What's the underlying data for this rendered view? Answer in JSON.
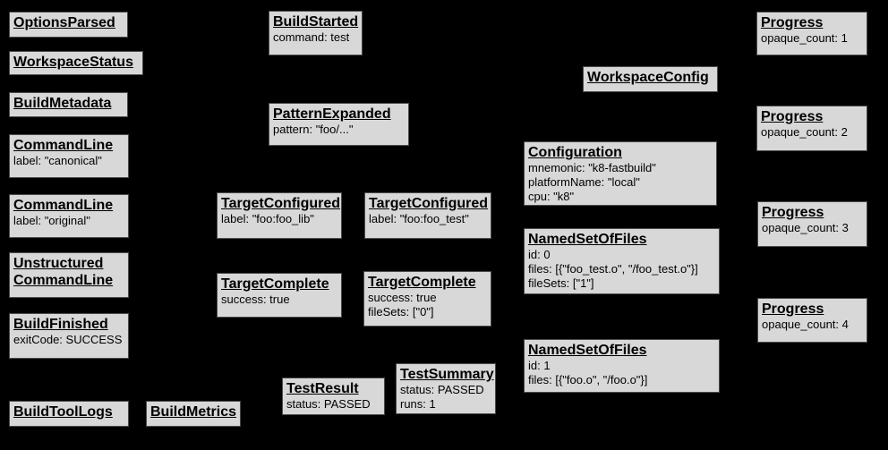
{
  "palette": {
    "background": "#000000",
    "box_fill": "#d8d8d8",
    "box_border": "#4a4a4a",
    "text_color": "#000000"
  },
  "nodes": [
    {
      "title": "OptionsParsed",
      "lines": []
    },
    {
      "title": "WorkspaceStatus",
      "lines": []
    },
    {
      "title": "BuildMetadata",
      "lines": []
    },
    {
      "title": "CommandLine",
      "lines": [
        "label: \"canonical\""
      ]
    },
    {
      "title": "CommandLine",
      "lines": [
        "label: \"original\""
      ]
    },
    {
      "title": "Unstructured CommandLine",
      "lines": []
    },
    {
      "title": "BuildFinished",
      "lines": [
        "exitCode: SUCCESS"
      ]
    },
    {
      "title": "BuildToolLogs",
      "lines": []
    },
    {
      "title": "BuildMetrics",
      "lines": []
    },
    {
      "title": "BuildStarted",
      "lines": [
        "command: test"
      ]
    },
    {
      "title": "PatternExpanded",
      "lines": [
        "pattern: \"foo/...\""
      ]
    },
    {
      "title": "TargetConfigured",
      "lines": [
        "label: \"foo:foo_lib\""
      ]
    },
    {
      "title": "TargetConfigured",
      "lines": [
        "label: \"foo:foo_test\""
      ]
    },
    {
      "title": "TargetComplete",
      "lines": [
        "success: true"
      ]
    },
    {
      "title": "TargetComplete",
      "lines": [
        "success: true",
        "fileSets: [\"0\"]"
      ]
    },
    {
      "title": "TestResult",
      "lines": [
        "status: PASSED"
      ]
    },
    {
      "title": "TestSummary",
      "lines": [
        "status: PASSED",
        "runs: 1"
      ]
    },
    {
      "title": "WorkspaceConfig",
      "lines": []
    },
    {
      "title": "Configuration",
      "lines": [
        "mnemonic: \"k8-fastbuild\"",
        "platformName: \"local\"",
        "cpu: \"k8\""
      ]
    },
    {
      "title": "NamedSetOfFiles",
      "lines": [
        "id: 0",
        "files: [{\"foo_test.o\", \"/foo_test.o\"}]",
        "fileSets: [\"1\"]"
      ]
    },
    {
      "title": "NamedSetOfFiles",
      "lines": [
        "id: 1",
        "files: [{\"foo.o\", \"/foo.o\"}]"
      ]
    },
    {
      "title": "Progress",
      "lines": [
        "opaque_count: 1"
      ]
    },
    {
      "title": "Progress",
      "lines": [
        "opaque_count: 2"
      ]
    },
    {
      "title": "Progress",
      "lines": [
        "opaque_count: 3"
      ]
    },
    {
      "title": "Progress",
      "lines": [
        "opaque_count: 4"
      ]
    }
  ]
}
